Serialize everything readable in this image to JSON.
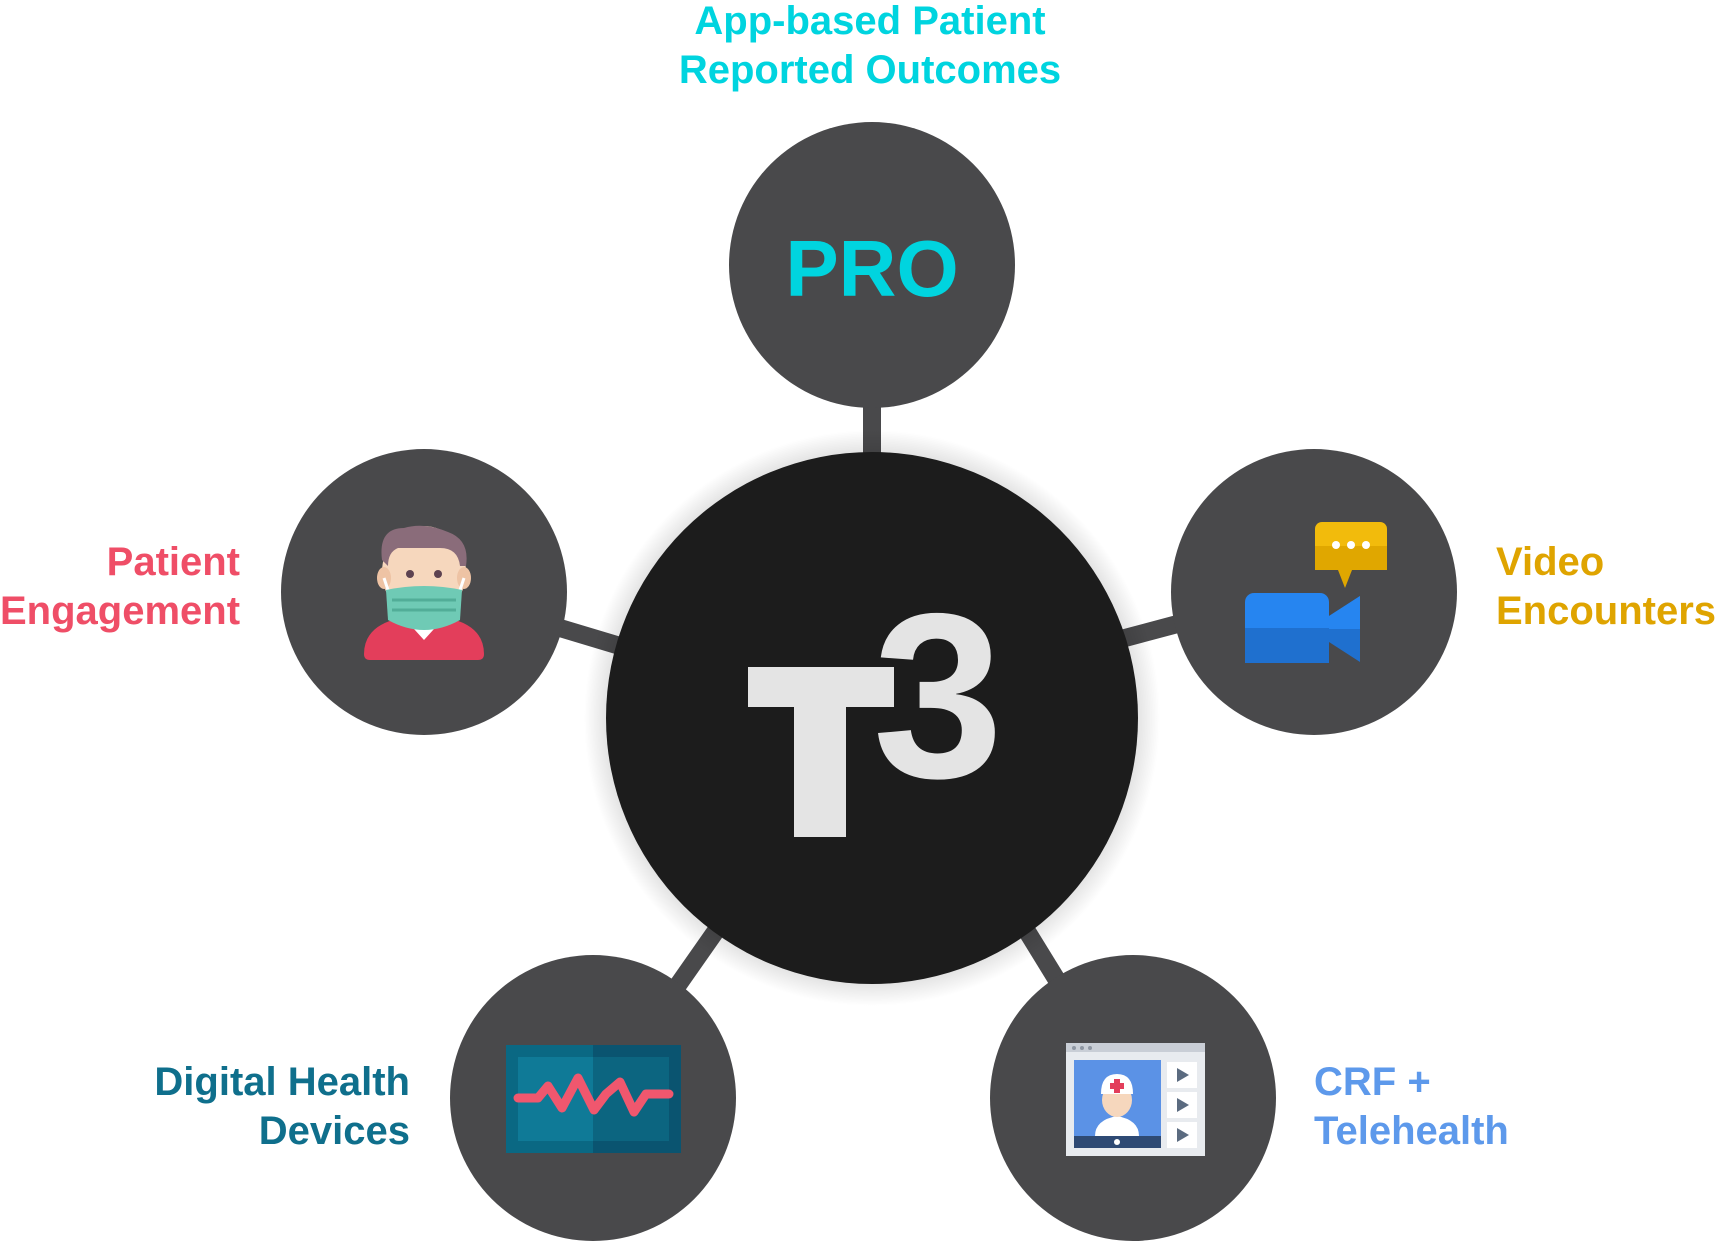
{
  "colors": {
    "background": "#ffffff",
    "satellite_circle": "#49494b",
    "connector": "#49494b",
    "hub_circle": "#1c1c1c",
    "hub_logo": "#e4e4e4"
  },
  "hub": {
    "logo_letter": "T",
    "logo_superscript": "3"
  },
  "nodes": [
    {
      "id": "pro",
      "icon": "pro-text-icon",
      "icon_text": "PRO",
      "label_lines": [
        "App-based Patient",
        "Reported Outcomes"
      ],
      "color": "#00d4df"
    },
    {
      "id": "engagement",
      "icon": "masked-patient-icon",
      "label_lines": [
        "Patient",
        "Engagement"
      ],
      "color": "#ef4e67"
    },
    {
      "id": "video",
      "icon": "video-camera-chat-icon",
      "label_lines": [
        "Video",
        "Encounters"
      ],
      "color": "#dfa400"
    },
    {
      "id": "devices",
      "icon": "heart-monitor-icon",
      "label_lines": [
        "Digital Health",
        "Devices"
      ],
      "color": "#0f6f8c"
    },
    {
      "id": "crf",
      "icon": "telehealth-doctor-screen-icon",
      "label_lines": [
        "CRF +",
        "Telehealth"
      ],
      "color": "#5d99eb"
    }
  ]
}
